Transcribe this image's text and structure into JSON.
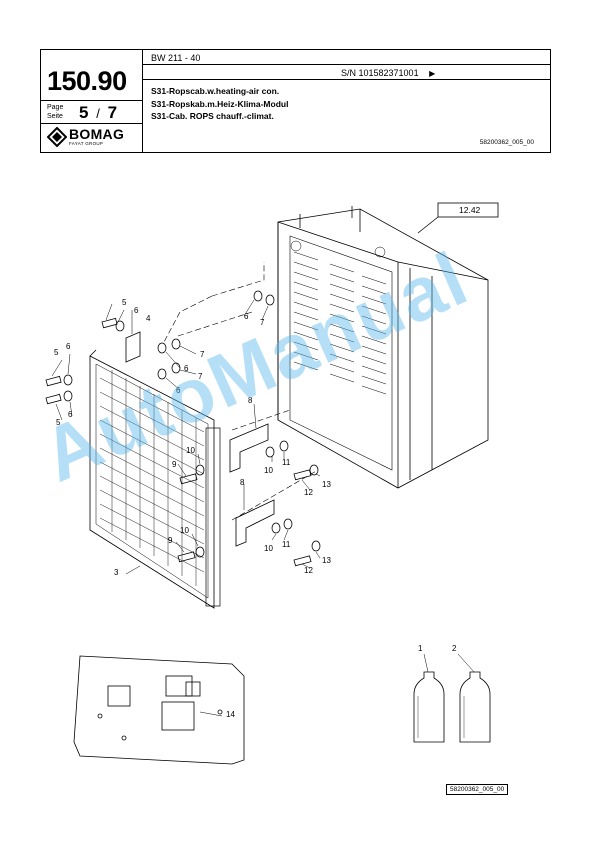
{
  "header": {
    "page_code": "150.90",
    "page_label_en": "Page",
    "page_label_de": "Seite",
    "page_current": "5",
    "page_sep": "/",
    "page_total": "7",
    "logo_text": "BOMAG",
    "logo_sub": "FAYAT GROUP",
    "model": "BW 211 - 40",
    "serial": "S/N 101582371001",
    "serial_arrow": "▶",
    "title_en": "S31-Ropscab.w.heating-air con.",
    "title_de": "S31-Ropskab.m.Heiz-Klima-Modul",
    "title_fr": "S31-Cab. ROPS chauff.-climat.",
    "doc_ref": "58200362_005_00"
  },
  "drawing": {
    "assembly_ref": "12.42",
    "bottom_ref": "58200362_005_00",
    "callouts": {
      "c1": "1",
      "c2": "2",
      "c3": "3",
      "c4": "4",
      "c5a": "5",
      "c5b": "5",
      "c5c": "5",
      "c6a": "6",
      "c6b": "6",
      "c6c": "6",
      "c6d": "6",
      "c6e": "6",
      "c6f": "6",
      "c7a": "7",
      "c7b": "7",
      "c7c": "7",
      "c8a": "8",
      "c8b": "8",
      "c9a": "9",
      "c9b": "9",
      "c10a": "10",
      "c10b": "10",
      "c10c": "10",
      "c10d": "10",
      "c11a": "11",
      "c11b": "11",
      "c12a": "12",
      "c12b": "12",
      "c13a": "13",
      "c13b": "13",
      "c14": "14"
    }
  },
  "watermark": "AutoManual"
}
